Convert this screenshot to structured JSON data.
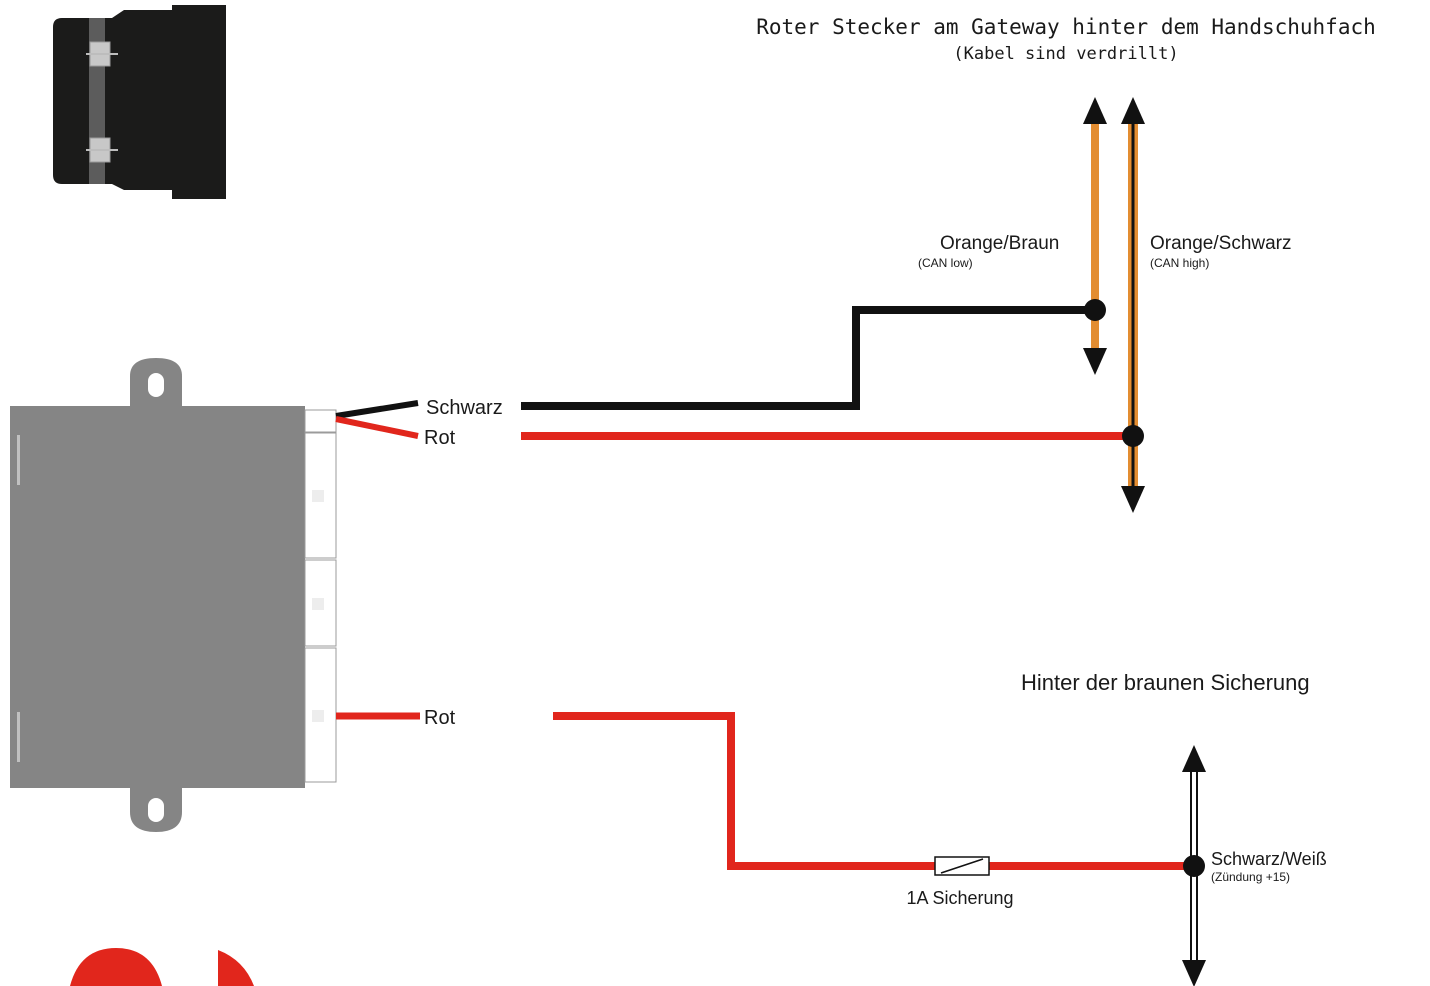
{
  "title": {
    "main": "Roter Stecker am Gateway hinter dem Handschuhfach",
    "sub": "(Kabel sind verdrillt)"
  },
  "labels": {
    "schwarz": "Schwarz",
    "rot_top": "Rot",
    "rot_bottom": "Rot",
    "orange_braun": "Orange/Braun",
    "can_low": "(CAN low)",
    "orange_schwarz": "Orange/Schwarz",
    "can_high": "(CAN high)",
    "hinter_sicherung": "Hinter der braunen Sicherung",
    "schwarz_weiss": "Schwarz/Weiß",
    "zuendung": "(Zündung +15)",
    "fuse": "1A Sicherung"
  },
  "colors": {
    "wire_black": "#111111",
    "wire_red": "#e1261c",
    "wire_orange": "#e38d31",
    "module_gray": "#858585",
    "connector_dark": "#1b1b1a"
  }
}
